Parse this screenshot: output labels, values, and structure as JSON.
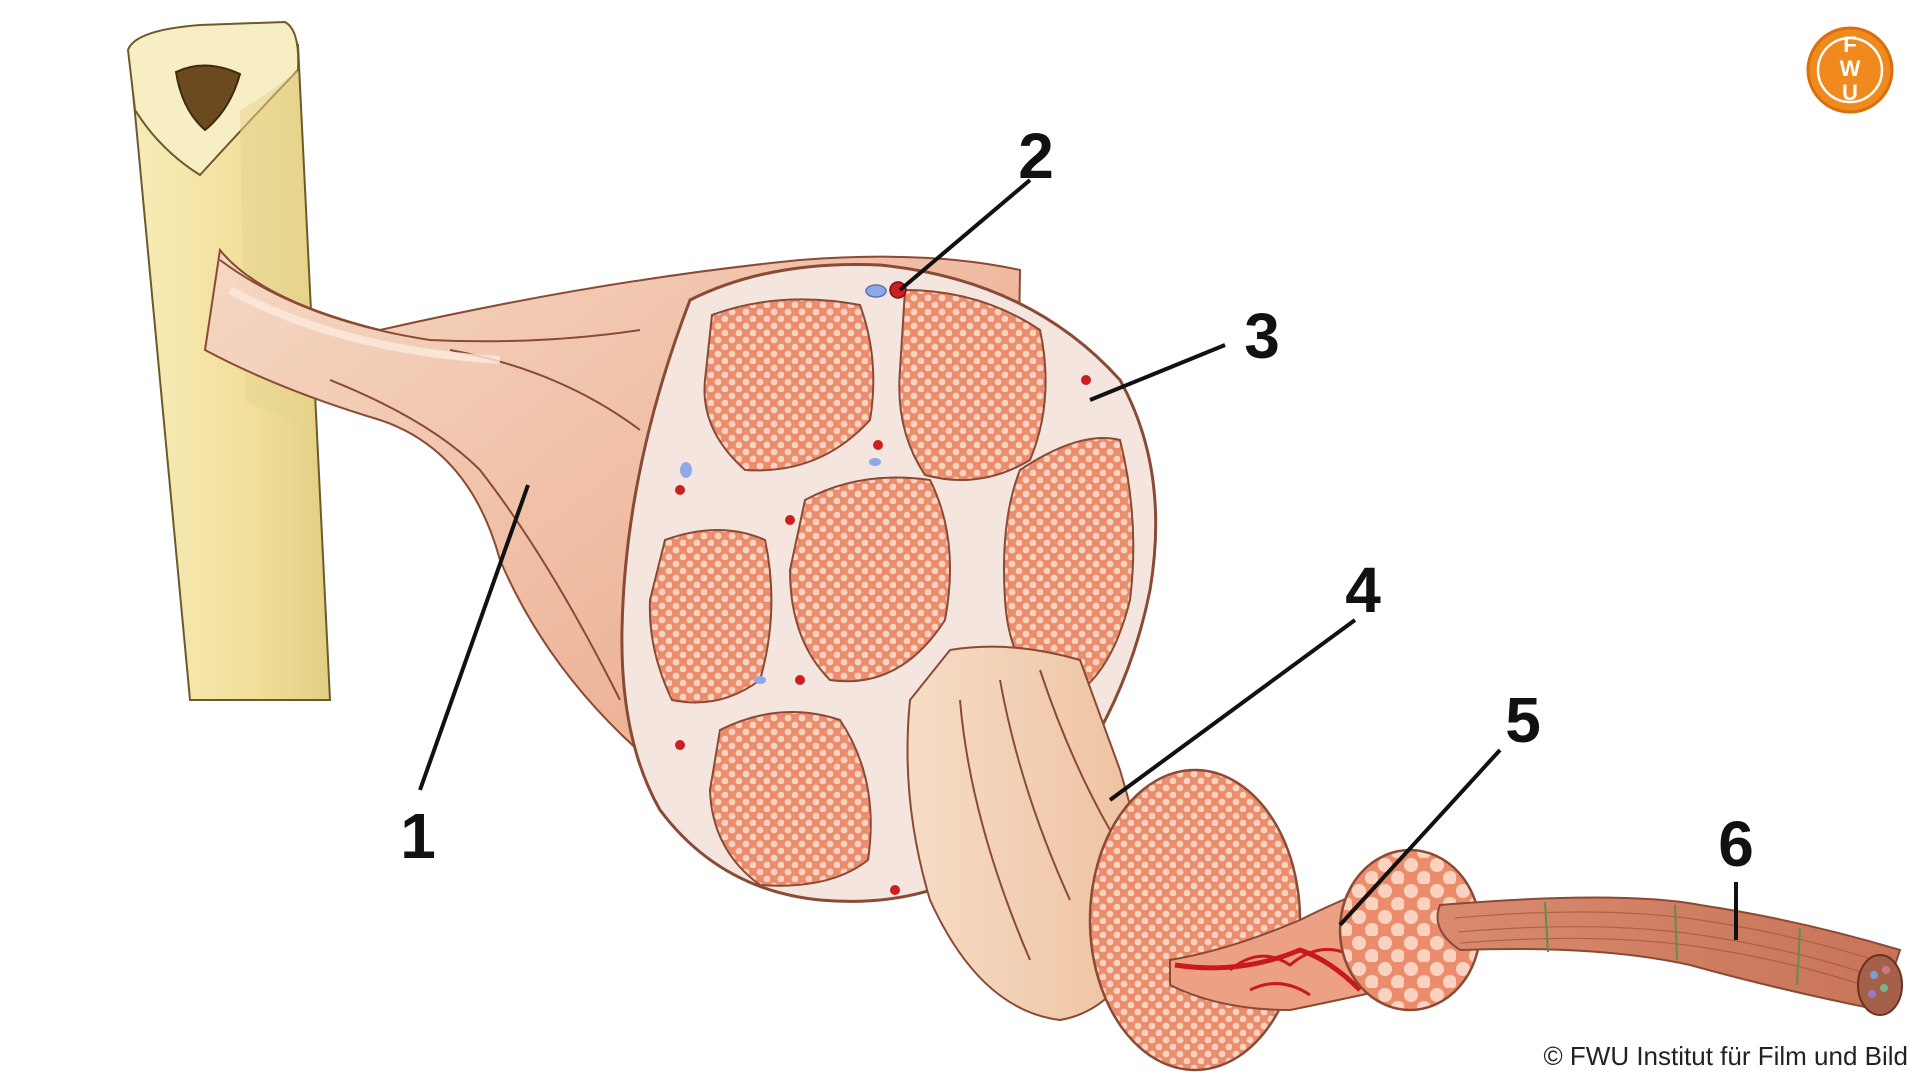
{
  "diagram": {
    "callouts": [
      {
        "id": "1",
        "label": "1"
      },
      {
        "id": "2",
        "label": "2"
      },
      {
        "id": "3",
        "label": "3"
      },
      {
        "id": "4",
        "label": "4"
      },
      {
        "id": "5",
        "label": "5"
      },
      {
        "id": "6",
        "label": "6"
      }
    ]
  },
  "logo": {
    "letters": [
      "F",
      "W",
      "U"
    ]
  },
  "copyright": "© FWU Institut für Film und Bild",
  "colors": {
    "bone": "#f3e3a6",
    "tendon": "#f2cdb4",
    "muscle": "#e99a7c",
    "fascicle": "#eb8d6c",
    "fiber_dot": "#f9d3c0",
    "sheath": "#f4e6df",
    "vessel_red": "#cc1f1f",
    "vessel_blue": "#8ea8e8",
    "logo_orange": "#f08a1e"
  }
}
